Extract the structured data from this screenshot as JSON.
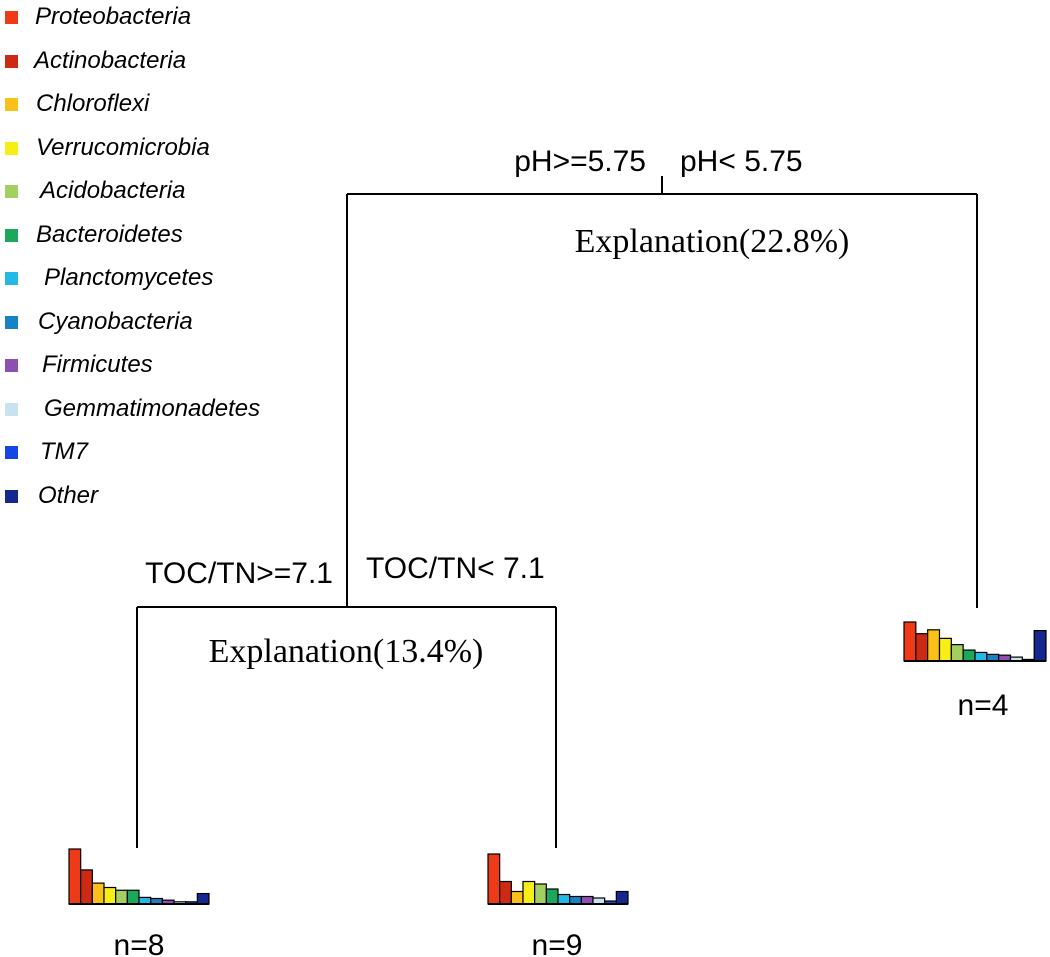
{
  "legend": [
    {
      "label": "Proteobacteria",
      "color": "#ee3a16"
    },
    {
      "label": "Actinobacteria",
      "color": "#cc2a12"
    },
    {
      "label": "Chloroflexi",
      "color": "#f9c01a"
    },
    {
      "label": "Verrucomicrobia",
      "color": "#f7ee17"
    },
    {
      "label": "Acidobacteria",
      "color": "#a3cf62"
    },
    {
      "label": "Bacteroidetes",
      "color": "#1ca85c"
    },
    {
      "label": "Planctomycetes",
      "color": "#22b9e6"
    },
    {
      "label": "Cyanobacteria",
      "color": "#1683c5"
    },
    {
      "label": "Firmicutes",
      "color": "#8d4fb2"
    },
    {
      "label": "Gemmatimonadetes",
      "color": "#c6e3ef"
    },
    {
      "label": "TM7",
      "color": "#1645e6"
    },
    {
      "label": "Other",
      "color": "#14288f"
    }
  ],
  "tree": {
    "root_split": {
      "left_label": "pH>=5.75",
      "right_label": "pH< 5.75",
      "explanation": "Explanation(22.8%)"
    },
    "sub_split": {
      "left_label": "TOC/TN>=7.1",
      "right_label": "TOC/TN< 7.1",
      "explanation": "Explanation(13.4%)"
    },
    "leaves": [
      {
        "id": "leaf-1",
        "n_label": "n=8",
        "values": [
          1.0,
          0.62,
          0.38,
          0.3,
          0.25,
          0.25,
          0.12,
          0.1,
          0.07,
          0.04,
          0.04,
          0.19
        ]
      },
      {
        "id": "leaf-2",
        "n_label": "n=9",
        "values": [
          1.0,
          0.45,
          0.25,
          0.45,
          0.4,
          0.3,
          0.19,
          0.15,
          0.15,
          0.12,
          0.06,
          0.25
        ]
      },
      {
        "id": "leaf-3",
        "n_label": "n=4",
        "values": [
          1.0,
          0.7,
          0.8,
          0.58,
          0.42,
          0.28,
          0.22,
          0.17,
          0.15,
          0.1,
          0.04,
          0.78
        ]
      }
    ]
  }
}
